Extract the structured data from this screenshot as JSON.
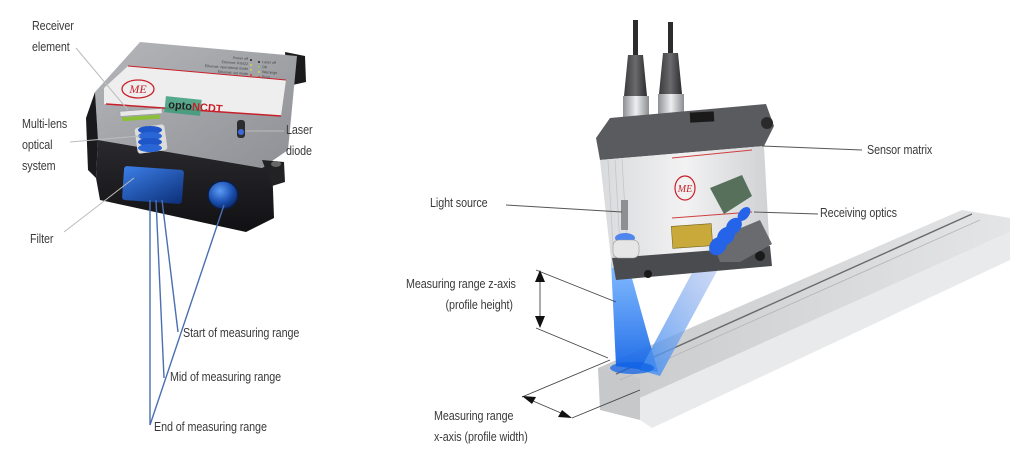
{
  "left_diagram": {
    "title": "Laser triangulation sensor (point)",
    "labels": {
      "receiver_element": [
        "Receiver",
        "element"
      ],
      "multi_lens": [
        "Multi-lens",
        "optical",
        "system"
      ],
      "filter": "Filter",
      "laser_diode": [
        "Laser",
        "diode"
      ],
      "start_range": "Start of measuring range",
      "mid_range": "Mid of measuring range",
      "end_range": "End of measuring range"
    },
    "device": {
      "brand_logo": "ME",
      "product_name_prefix": "opto",
      "product_name_suffix": "NCDT",
      "status_left": [
        "Power off",
        "Ethernet: RS422",
        "Ethernet: operational mode",
        "Ethernet: set mode"
      ],
      "status_right": [
        "Laser off",
        "OK",
        "Warnings",
        "Error"
      ]
    }
  },
  "right_diagram": {
    "title": "Laser line profile scanner",
    "labels": {
      "sensor_matrix": "Sensor matrix",
      "light_source": "Light source",
      "receiving_optics": "Receiving optics",
      "z_axis": [
        "Measuring range z-axis",
        "(profile height)"
      ],
      "x_axis": [
        "Measuring range",
        "x-axis (profile width)"
      ]
    },
    "device": {
      "brand_logo": "ME"
    }
  },
  "colors": {
    "laser_blue": "#1e6fe0",
    "laser_light": "#5aa2f5",
    "housing_dark": "#1f1f22",
    "housing_grey": "#9c9ea3",
    "brand_red": "#c8202a",
    "label_text": "#3a3a3a",
    "leader_line": "#555555",
    "beam_line": "#4a6fb0"
  }
}
